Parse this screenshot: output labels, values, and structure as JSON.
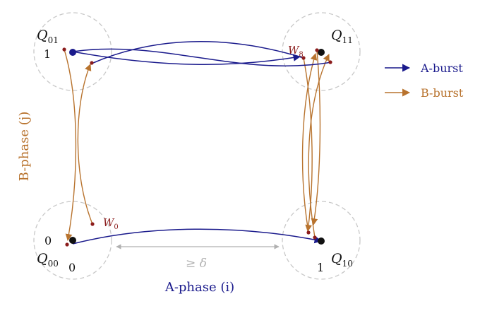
{
  "colors": {
    "a_burst": "#1a1a8c",
    "b_burst": "#b8732e",
    "point_red": "#8b1c1c",
    "circle_dashed": "#c8c8c8",
    "delta_gray": "#b0b0b0",
    "text_dark": "#111111"
  },
  "corners": {
    "q00": {
      "label_base": "Q",
      "label_sub": "00"
    },
    "q01": {
      "label_base": "Q",
      "label_sub": "01"
    },
    "q10": {
      "label_base": "Q",
      "label_sub": "10"
    },
    "q11": {
      "label_base": "Q",
      "label_sub": "11"
    }
  },
  "ticks": {
    "i0": "0",
    "i1": "1",
    "j0": "0",
    "j1": "1"
  },
  "points": {
    "w0": {
      "base": "W",
      "sub": "0"
    },
    "w8": {
      "base": "W",
      "sub": "8"
    }
  },
  "axes": {
    "x_label": "A-phase (i)",
    "y_label": "B-phase (j)",
    "delta_label": "≥ δ"
  },
  "legend": {
    "a_burst": "A-burst",
    "b_burst": "B-burst"
  }
}
